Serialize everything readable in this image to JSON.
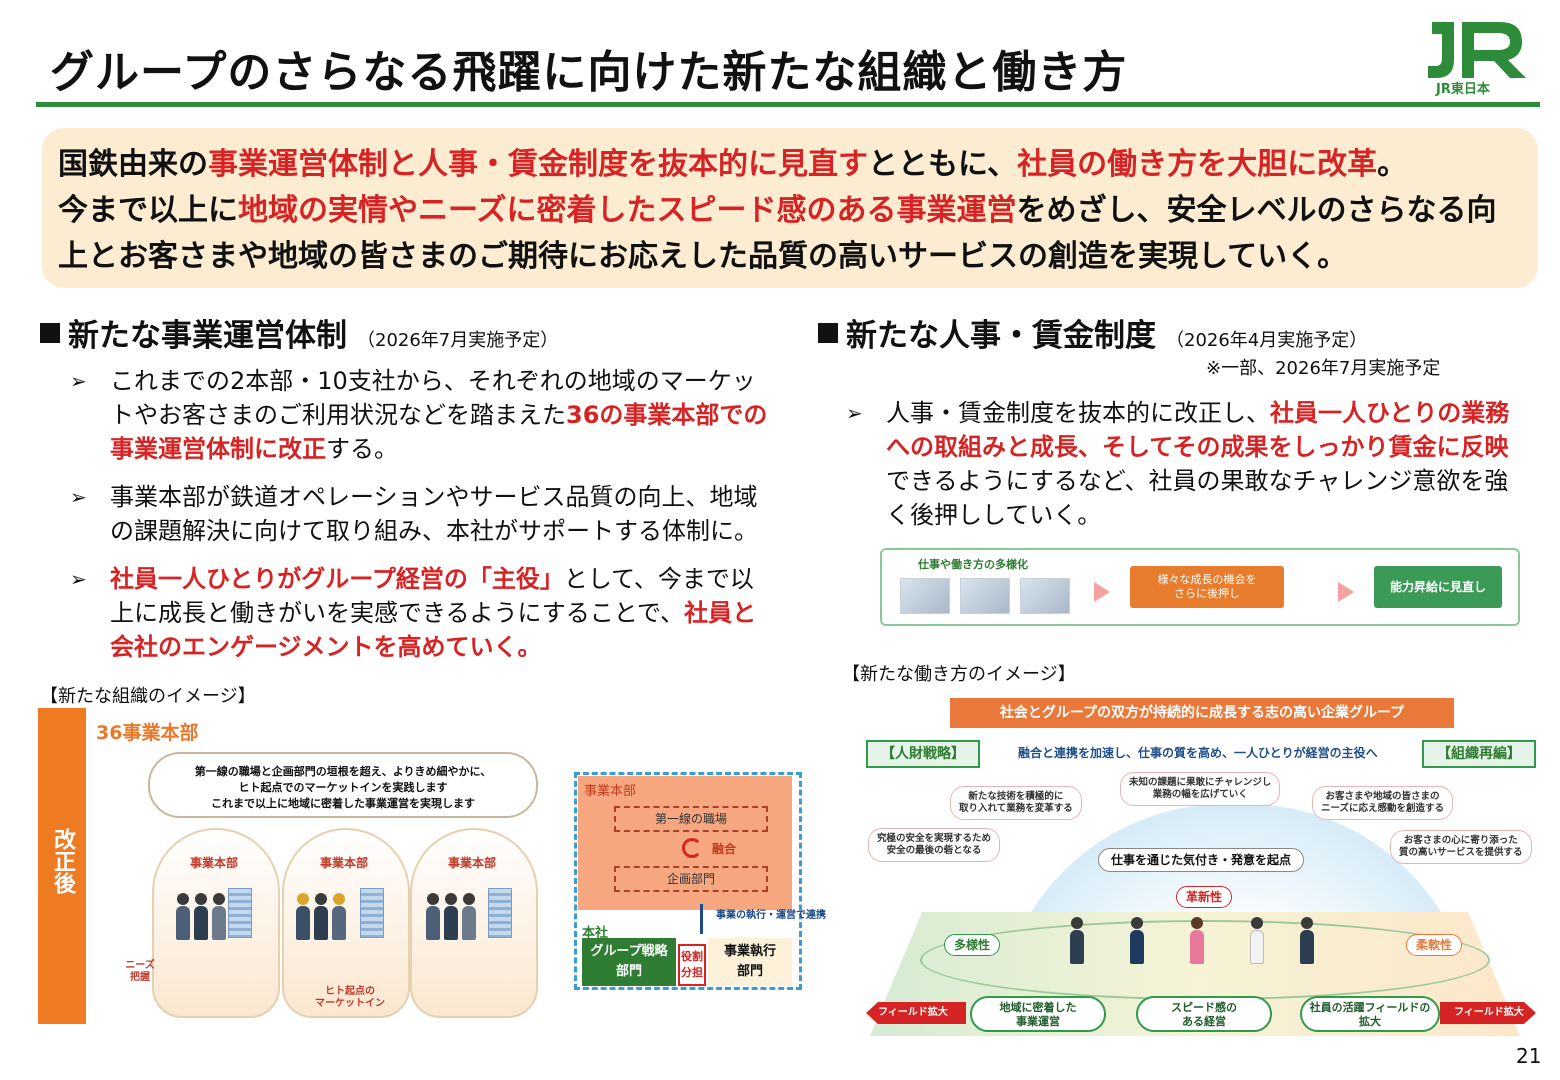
{
  "title": "グループのさらなる飛躍に向けた新たな組織と働き方",
  "logo": {
    "mark": "JR",
    "caption": "JR東日本"
  },
  "summary": {
    "s1": "国鉄由来の",
    "s2": "事業運営体制と人事・賃金制度を抜本的に見直す",
    "s3": "とともに、",
    "s4": "社員の働き方を大胆に改革",
    "s5": "。",
    "s6": "今まで以上に",
    "s7": "地域の実情やニーズに密着したスピード感のある事業運営",
    "s8": "をめざし、安全レベルのさらなる向上とお客さまや地域の皆さまのご期待にお応えした品質の高いサービスの創造を実現していく。"
  },
  "left_section": {
    "heading": "新たな事業運営体制",
    "schedule": "（2026年7月実施予定）",
    "b1": {
      "t1": "これまでの2本部・10支社から、それぞれの地域のマーケットやお客さまのご利用状況などを踏まえた",
      "t2": "36の事業本部での事業運営体制に改正",
      "t3": "する。"
    },
    "b2": {
      "t1": "事業本部が鉄道オペレーションやサービス品質の向上、地域の課題解決に向けて取り組み、本社がサポートする体制に。"
    },
    "b3": {
      "t1": "社員一人ひとりがグループ経営の「主役」",
      "t2": "として、今まで以上に成長と働きがいを実感できるようにすることで、",
      "t3": "社員と会社のエンゲージメントを高めていく。"
    },
    "caption": "【新たな組織のイメージ】"
  },
  "right_section": {
    "heading": "新たな人事・賃金制度",
    "schedule": "（2026年4月実施予定）",
    "note": "※一部、2026年7月実施予定",
    "b1": {
      "t1": "人事・賃金制度を抜本的に改正し、",
      "t2": "社員一人ひとりの業務への取組みと成長、そしてその成果をしっかり賃金に反映",
      "t3": "できるようにするなど、社員の果敢なチャレンジ意欲を強く後押ししていく。"
    },
    "caption": "【新たな働き方のイメージ】"
  },
  "org_figure": {
    "side_label": "改正後",
    "hq_count": "36事業本部",
    "bubble": [
      "第一線の職場と企画部門の垣根を超え、よりきめ細やかに、",
      "ヒト起点でのマーケットインを実践します",
      "これまで以上に地域に密着した事業運営を実現します"
    ],
    "dome_label": "事業本部",
    "needs": [
      "ニーズ",
      "把握"
    ],
    "market_in": [
      "ヒト起点の",
      "マーケットイン"
    ],
    "hq_box": "事業本部",
    "front_line": "第一線の職場",
    "fusion": "融合",
    "planning": "企画部門",
    "exec_link": "事業の執行・運営で連携",
    "honsha": "本社",
    "group_strategy": [
      "グループ戦略",
      "部門"
    ],
    "role": [
      "役割",
      "分担"
    ],
    "business_exec": [
      "事業執行",
      "部門"
    ]
  },
  "flow_figure": {
    "tag": "仕事や働き方の多様化",
    "support": [
      "様々な成長の機会を",
      "さらに後押し"
    ],
    "result": "能力昇給に見直し"
  },
  "work_figure": {
    "goal": "社会とグループの双方が持続的に成長する志の高い企業グループ",
    "hr_strategy": "【人財戦略】",
    "reorg": "【組織再編】",
    "fuse": "融合と連携を加速し、仕事の質を高め、一人ひとりが経営の主役へ",
    "notes": [
      [
        "新たな技術を積極的に",
        "取り入れて業務を変革する"
      ],
      [
        "未知の課題に果敢にチャレンジし",
        "業務の幅を広げていく"
      ],
      [
        "お客さまや地域の皆さまの",
        "ニーズに応え感動を創造する"
      ],
      [
        "究極の安全を実現するため",
        "安全の最後の砦となる"
      ],
      [
        "お客さまの心に寄り添った",
        "質の高いサービスを提供する"
      ]
    ],
    "origin": "仕事を通じた気付き・発意を起点",
    "innovation": "革新性",
    "diversity": "多様性",
    "flexibility": "柔軟性",
    "pillars": [
      [
        "地域に密着した",
        "事業運営"
      ],
      [
        "スピード感の",
        "ある経営"
      ],
      [
        "社員の活躍フィールドの",
        "拡大"
      ]
    ],
    "field_expand": "フィールド拡大"
  },
  "page_number": "21"
}
